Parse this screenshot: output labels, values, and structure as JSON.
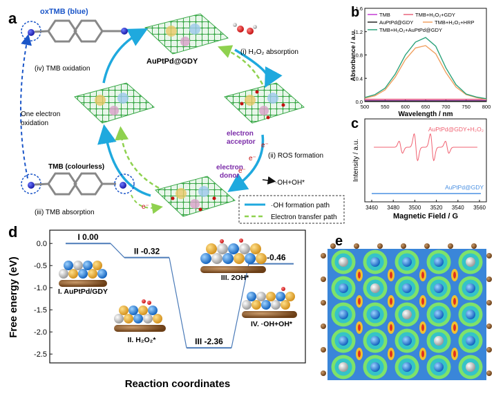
{
  "panels": {
    "a": "a",
    "b": "b",
    "c": "c",
    "d": "d",
    "e": "e"
  },
  "panel_a": {
    "ox_label": "oxTMB (blue)",
    "catalyst_label": "AuPtPd@GDY",
    "step_i": "(i) H₂O₂ absorption",
    "step_ii": "(ii) ROS formation",
    "step_iii": "(iii) TMB absorption",
    "step_iv": "(iv) TMB oxidation",
    "one_electron_line1": "One electron",
    "one_electron_line2": "oxidation",
    "acceptor_line1": "electron",
    "acceptor_line2": "acceptor",
    "donor_line1": "electron",
    "donor_line2": "donor",
    "electron_symbol": "e⁻",
    "tmb_colourless": "TMB (colourless)",
    "radicals": "·OH+OH*",
    "legend": {
      "oh_path": "·OH formation path",
      "electron_path": "Electron transfer path"
    },
    "colors": {
      "arrow": "#1fa9de",
      "dashed_green": "#8fd14f",
      "dashed_blue": "#1a55c8",
      "purple": "#7a2aa8"
    }
  },
  "panel_b": {
    "chart_data": {
      "type": "line",
      "xlabel": "Wavelength / nm",
      "ylabel": "Absorbance / a.u.",
      "xlim": [
        500,
        800
      ],
      "ylim": [
        0,
        1.6
      ],
      "xticks": [
        "500",
        "550",
        "600",
        "650",
        "700",
        "750",
        "800"
      ],
      "yticks": [
        "0.0",
        "0.4",
        "0.8",
        "1.2",
        "1.6"
      ],
      "x": [
        500,
        525,
        550,
        575,
        600,
        625,
        650,
        675,
        700,
        725,
        750,
        775,
        800
      ],
      "series": [
        {
          "name": "TMB",
          "color": "#c43bd4",
          "values": [
            0.02,
            0.02,
            0.02,
            0.02,
            0.02,
            0.02,
            0.02,
            0.02,
            0.02,
            0.02,
            0.02,
            0.02,
            0.02
          ]
        },
        {
          "name": "TMB+H₂O₂+GDY",
          "color": "#e8627a",
          "values": [
            0.04,
            0.04,
            0.04,
            0.04,
            0.04,
            0.04,
            0.04,
            0.04,
            0.04,
            0.04,
            0.04,
            0.04,
            0.04
          ]
        },
        {
          "name": "AuPtPd@GDY",
          "color": "#222222",
          "values": [
            0.01,
            0.01,
            0.01,
            0.01,
            0.01,
            0.01,
            0.01,
            0.01,
            0.01,
            0.01,
            0.01,
            0.01,
            0.01
          ]
        },
        {
          "name": "TMB+H₂O₂+HRP",
          "color": "#f0a060",
          "values": [
            0.06,
            0.1,
            0.2,
            0.42,
            0.72,
            0.92,
            0.96,
            0.82,
            0.5,
            0.25,
            0.12,
            0.07,
            0.04
          ]
        },
        {
          "name": "TMB+H₂O₂+AuPtPd@GDY",
          "color": "#2ba27a",
          "values": [
            0.07,
            0.12,
            0.23,
            0.47,
            0.8,
            1.02,
            1.1,
            0.95,
            0.58,
            0.29,
            0.13,
            0.08,
            0.05
          ]
        }
      ]
    }
  },
  "panel_c": {
    "chart_data": {
      "type": "line",
      "xlabel": "Magnetic Field / G",
      "ylabel": "Intensity / a.u.",
      "xlim": [
        3460,
        3560
      ],
      "xticks": [
        "3460",
        "3480",
        "3500",
        "3520",
        "3540",
        "3560"
      ],
      "series": [
        {
          "name": "AuPtPd@GDY+H₂O₂",
          "color": "#f06070"
        },
        {
          "name": "AuPtPd@GDY",
          "color": "#4a90e2"
        }
      ]
    }
  },
  "panel_d": {
    "chart_data": {
      "type": "line",
      "ylabel": "Free energy (eV)",
      "xlabel": "Reaction coordinates",
      "ylim": [
        -2.5,
        0.2
      ],
      "yticks": [
        "0.0",
        "-0.5",
        "-1.0",
        "-1.5",
        "-2.0",
        "-2.5"
      ],
      "levels": [
        {
          "label": "I 0.00",
          "value": 0.0,
          "state": "I. AuPtPd/GDY"
        },
        {
          "label": "II -0.32",
          "value": -0.32,
          "state": "II. H₂O₂*"
        },
        {
          "label": "III -2.36",
          "value": -2.36,
          "state": "III. 2OH*"
        },
        {
          "label": "IV -0.46",
          "value": -0.46,
          "state": "IV. ·OH+OH*"
        }
      ]
    }
  }
}
